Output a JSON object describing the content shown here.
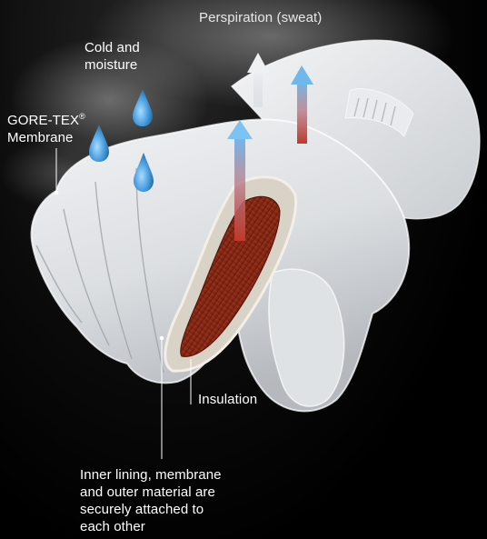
{
  "labels": {
    "perspiration": "Perspiration (sweat)",
    "cold_moisture_line1": "Cold and",
    "cold_moisture_line2": "moisture",
    "goretex_line1": "GORE-TEX",
    "goretex_reg": "®",
    "goretex_line2": "Membrane",
    "insulation": "Insulation",
    "inner_line1": "Inner lining, membrane",
    "inner_line2": "and outer material are",
    "inner_line3": "securely attached to",
    "inner_line4": "each other"
  },
  "colors": {
    "background": "#000000",
    "glove": "#e4e6e8",
    "glove_shadow": "#a9aeb3",
    "insulation": "#d8d0c4",
    "lining": "#8b2a18",
    "droplet": "#4a9fe0",
    "arrow_blue": "#6fb8ee",
    "arrow_red": "#c0392b",
    "text": "#ffffff"
  }
}
